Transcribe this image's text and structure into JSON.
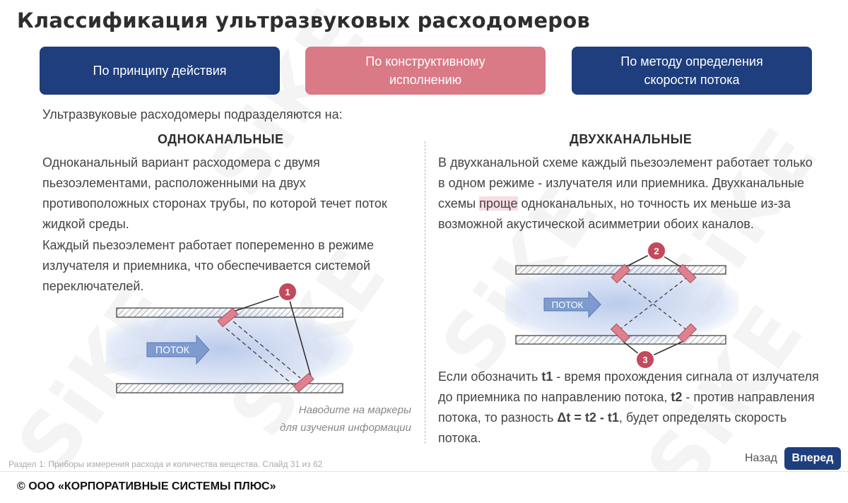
{
  "title": "Классификация ультразвуковых расходомеров",
  "tabs": [
    {
      "label": "По принципу действия"
    },
    {
      "label": "По конструктивному исполнению"
    },
    {
      "label": "По методу определения скорости потока"
    }
  ],
  "intro": "Ультразвуковые расходомеры подразделяются на:",
  "left": {
    "heading": "ОДНОКАНАЛЬНЫЕ",
    "p1": "Одноканальный вариант расходомера с двумя пьезоэлементами, расположенными на двух противоположных сторонах трубы, по которой течет поток жидкой среды.",
    "p2": "Каждый пьезоэлемент работает попеременно в режиме излучателя и приемника, что обеспечивается системой переключателей.",
    "marker": "1",
    "flow_label": "ПОТОК",
    "hint_line1": "Наводите на маркеры",
    "hint_line2": "для изучения информации"
  },
  "right": {
    "heading": "ДВУХКАНАЛЬНЫЕ",
    "p1_a": "В двухканальной схеме каждый пьезоэлемент работает только в одном режиме - излучателя или приемника. Двухканальные схемы ",
    "p1_hl": "проще",
    "p1_b": " одноканальных, но точность их меньше из-за возможной акустической асимметрии обоих каналов.",
    "marker_top": "2",
    "marker_bottom": "3",
    "flow_label": "ПОТОК",
    "p2_a": "Если обозначить ",
    "t1": "t1",
    "p2_b": " - время прохождения сигнала от излучателя до приемника по направлению потока, ",
    "t2": "t2",
    "p2_c": " - против направления потока, то разность ",
    "formula": "Δt = t2 - t1",
    "p2_d": ", будет определять скорость потока."
  },
  "footer": "Раздел 1: Приборы измерения расхода и количества вещества. Слайд 31 из 62",
  "nav": {
    "back": "Назад",
    "next": "Вперед"
  },
  "copyright": "© ООО «КОРПОРАТИВНЫЕ СИСТЕМЫ ПЛЮС»",
  "watermark": "SiKE",
  "colors": {
    "navy": "#1e3e7d",
    "pink": "#d97a86",
    "marker": "#c24a5c",
    "sensor": "#e0808f"
  }
}
